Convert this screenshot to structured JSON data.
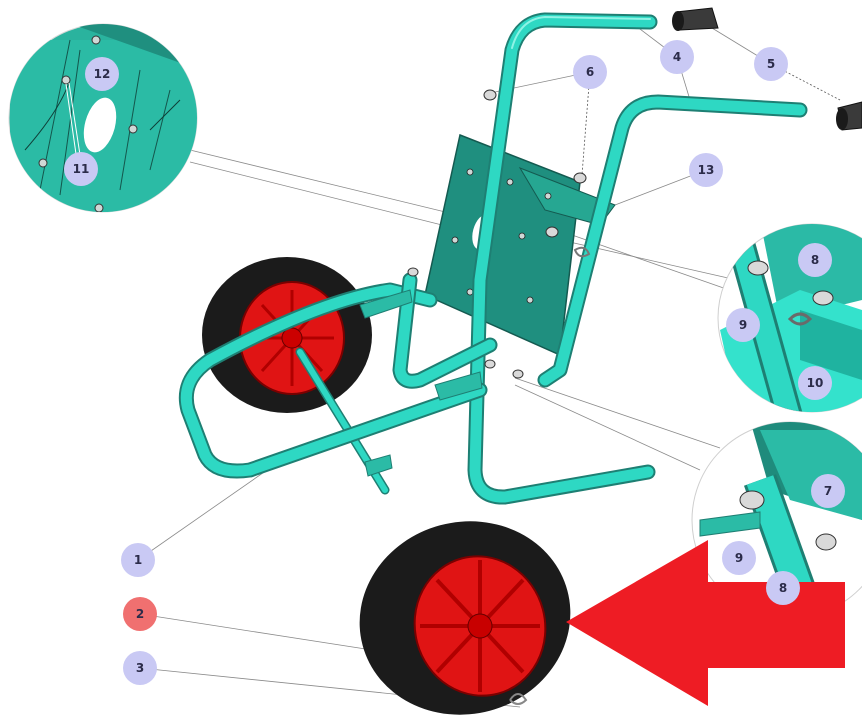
{
  "callouts": [
    {
      "id": "c12",
      "label": "12",
      "highlight": false
    },
    {
      "id": "c11",
      "label": "11",
      "highlight": false
    },
    {
      "id": "c6",
      "label": "6",
      "highlight": false
    },
    {
      "id": "c4",
      "label": "4",
      "highlight": false
    },
    {
      "id": "c5",
      "label": "5",
      "highlight": false
    },
    {
      "id": "c13",
      "label": "13",
      "highlight": false
    },
    {
      "id": "c8a",
      "label": "8",
      "highlight": false
    },
    {
      "id": "c9a",
      "label": "9",
      "highlight": false
    },
    {
      "id": "c10",
      "label": "10",
      "highlight": false
    },
    {
      "id": "c7",
      "label": "7",
      "highlight": false
    },
    {
      "id": "c9b",
      "label": "9",
      "highlight": false
    },
    {
      "id": "c8b",
      "label": "8",
      "highlight": false
    },
    {
      "id": "c1",
      "label": "1",
      "highlight": false
    },
    {
      "id": "c2",
      "label": "2",
      "highlight": true
    },
    {
      "id": "c3",
      "label": "3",
      "highlight": false
    }
  ],
  "colors": {
    "badge": "#c9c9f4",
    "badge_highlight": "#f07070",
    "frame": "#2ed8c3",
    "frame_dark": "#1e7f73",
    "tire": "#1b1b1b",
    "rim": "#e01414",
    "arrow": "#ee1c24"
  },
  "icons": [
    "pointer-arrow-icon"
  ]
}
